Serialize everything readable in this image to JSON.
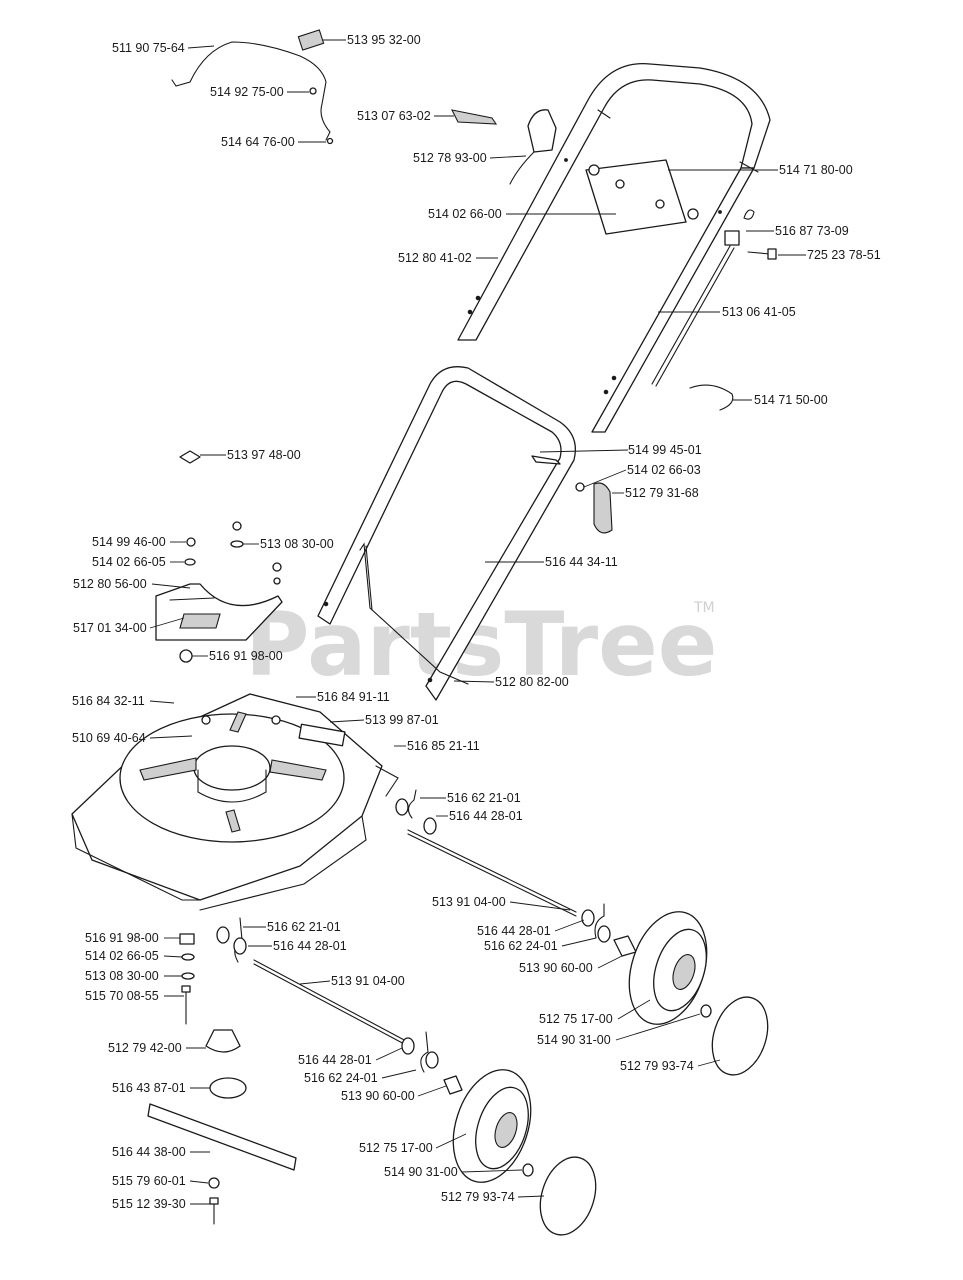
{
  "watermark": {
    "brand": "PartsTree",
    "trademark": "TM"
  },
  "parts": [
    {
      "id": "p01",
      "number": "511 90 75-64"
    },
    {
      "id": "p02",
      "number": "513 95 32-00"
    },
    {
      "id": "p03",
      "number": "514 92 75-00"
    },
    {
      "id": "p04",
      "number": "514 64 76-00"
    },
    {
      "id": "p05",
      "number": "513 07 63-02"
    },
    {
      "id": "p06",
      "number": "512 78 93-00"
    },
    {
      "id": "p07",
      "number": "514 71 80-00"
    },
    {
      "id": "p08",
      "number": "514 02 66-00"
    },
    {
      "id": "p09",
      "number": "516 87 73-09"
    },
    {
      "id": "p10",
      "number": "725 23 78-51"
    },
    {
      "id": "p11",
      "number": "512 80 41-02"
    },
    {
      "id": "p12",
      "number": "513 06 41-05"
    },
    {
      "id": "p13",
      "number": "514 71 50-00"
    },
    {
      "id": "p14",
      "number": "513 97 48-00"
    },
    {
      "id": "p15",
      "number": "514 99 45-01"
    },
    {
      "id": "p16",
      "number": "514 02 66-03"
    },
    {
      "id": "p17",
      "number": "512 79 31-68"
    },
    {
      "id": "p18",
      "number": "514 99 46-00"
    },
    {
      "id": "p19",
      "number": "513 08 30-00"
    },
    {
      "id": "p20",
      "number": "514 02 66-05"
    },
    {
      "id": "p21",
      "number": "516 44 34-11"
    },
    {
      "id": "p22",
      "number": "512 80 56-00"
    },
    {
      "id": "p23",
      "number": "517 01 34-00"
    },
    {
      "id": "p24",
      "number": "516 91 98-00"
    },
    {
      "id": "p25",
      "number": "512 80 82-00"
    },
    {
      "id": "p26",
      "number": "516 84 32-11"
    },
    {
      "id": "p27",
      "number": "516 84 91-11"
    },
    {
      "id": "p28",
      "number": "513 99 87-01"
    },
    {
      "id": "p29",
      "number": "510 69 40-64"
    },
    {
      "id": "p30",
      "number": "516 85 21-11"
    },
    {
      "id": "p31",
      "number": "516 62 21-01"
    },
    {
      "id": "p32",
      "number": "516 44 28-01"
    },
    {
      "id": "p33",
      "number": "513 91 04-00"
    },
    {
      "id": "p34",
      "number": "516 44 28-01"
    },
    {
      "id": "p35",
      "number": "516 62 24-01"
    },
    {
      "id": "p36",
      "number": "513 90 60-00"
    },
    {
      "id": "p37",
      "number": "516 62 21-01"
    },
    {
      "id": "p38",
      "number": "516 44 28-01"
    },
    {
      "id": "p39",
      "number": "516 91 98-00"
    },
    {
      "id": "p40",
      "number": "514 02 66-05"
    },
    {
      "id": "p41",
      "number": "513 08 30-00"
    },
    {
      "id": "p42",
      "number": "515 70 08-55"
    },
    {
      "id": "p43",
      "number": "513 91 04-00"
    },
    {
      "id": "p44",
      "number": "512 75 17-00"
    },
    {
      "id": "p45",
      "number": "514 90 31-00"
    },
    {
      "id": "p46",
      "number": "512 79 93-74"
    },
    {
      "id": "p47",
      "number": "512 79 42-00"
    },
    {
      "id": "p48",
      "number": "516 44 28-01"
    },
    {
      "id": "p49",
      "number": "516 62 24-01"
    },
    {
      "id": "p50",
      "number": "513 90 60-00"
    },
    {
      "id": "p51",
      "number": "516 43 87-01"
    },
    {
      "id": "p52",
      "number": "512 75 17-00"
    },
    {
      "id": "p53",
      "number": "516 44 38-00"
    },
    {
      "id": "p54",
      "number": "514 90 31-00"
    },
    {
      "id": "p55",
      "number": "515 79 60-01"
    },
    {
      "id": "p56",
      "number": "512 79 93-74"
    },
    {
      "id": "p57",
      "number": "515 12 39-30"
    }
  ]
}
